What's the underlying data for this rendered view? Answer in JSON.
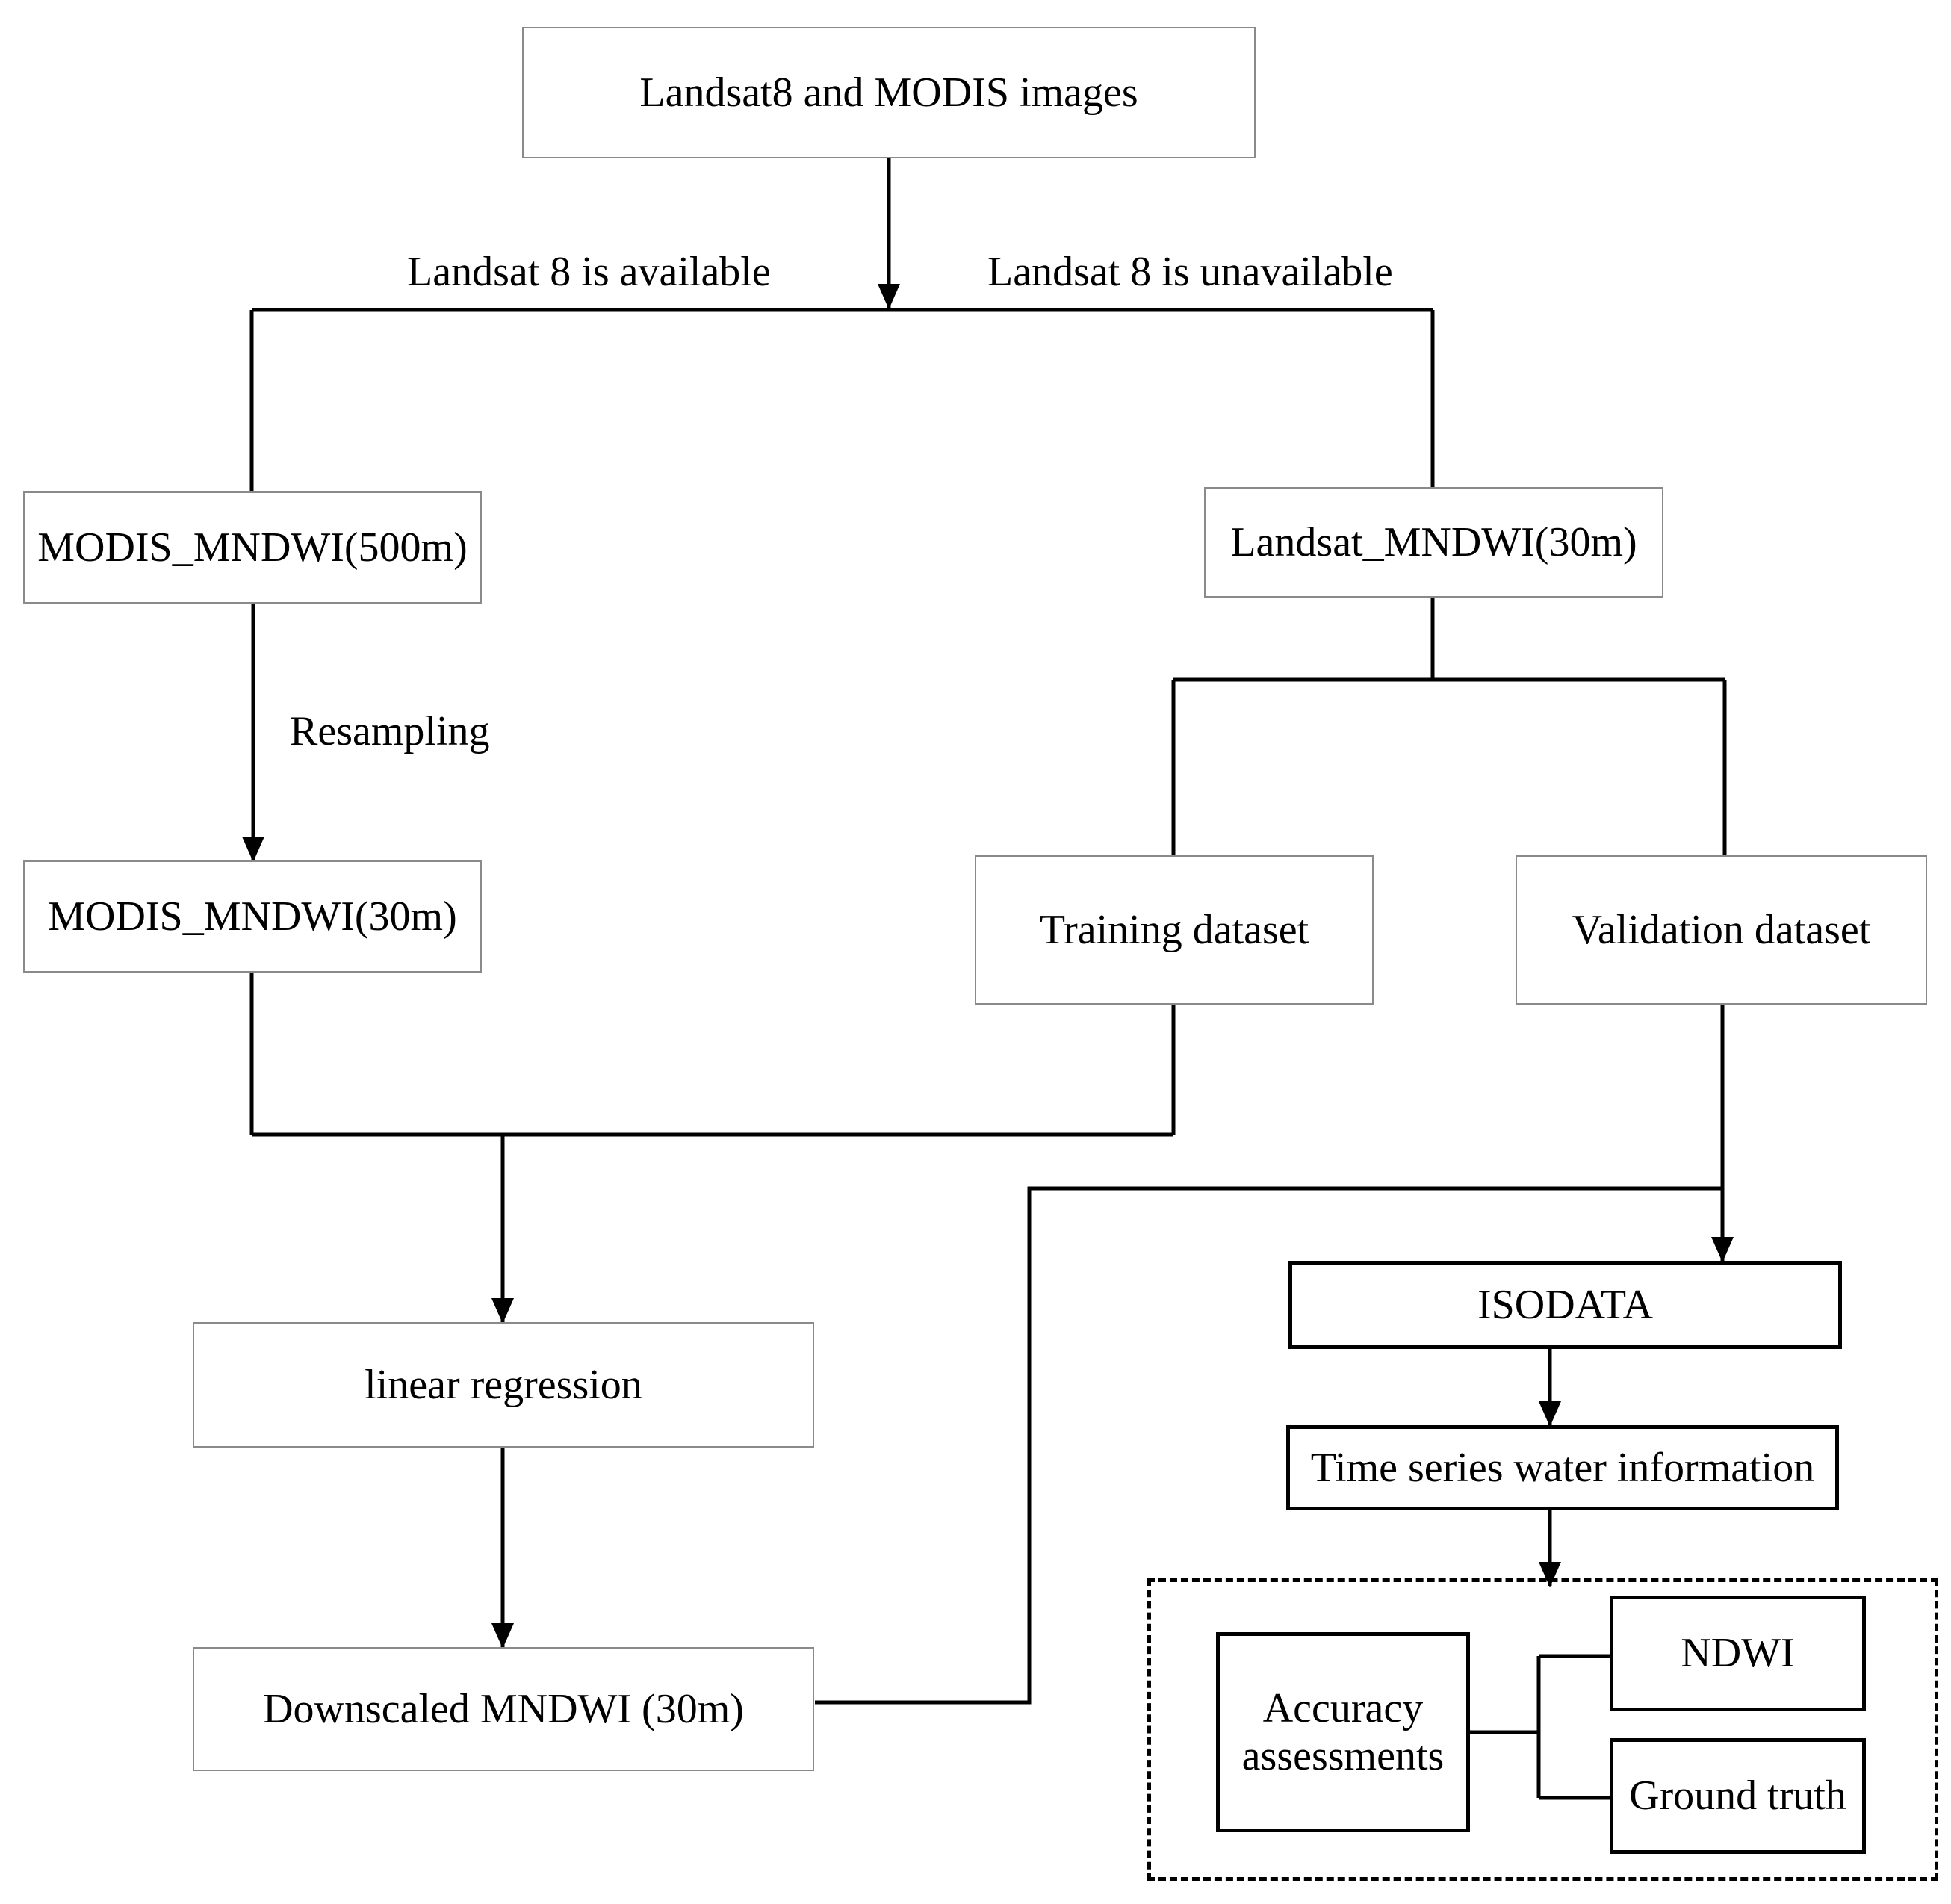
{
  "boxes": {
    "top": "Landsat8 and MODIS images",
    "modis500": "MODIS_MNDWI(500m)",
    "landsat30": "Landsat_MNDWI(30m)",
    "modis30": "MODIS_MNDWI(30m)",
    "training": "Training dataset",
    "validation": "Validation dataset",
    "linreg": "linear regression",
    "downscaled": "Downscaled MNDWI (30m)",
    "isodata": "ISODATA",
    "timeseries": "Time series water information",
    "accuracy": "Accuracy assessments",
    "ndwi": "NDWI",
    "ground": "Ground truth"
  },
  "labels": {
    "available": "Landsat 8 is available",
    "unavailable": "Landsat 8 is unavailable",
    "resampling": "Resampling"
  },
  "colors": {
    "line": "#000000",
    "thin_border": "#8a8a8a"
  }
}
